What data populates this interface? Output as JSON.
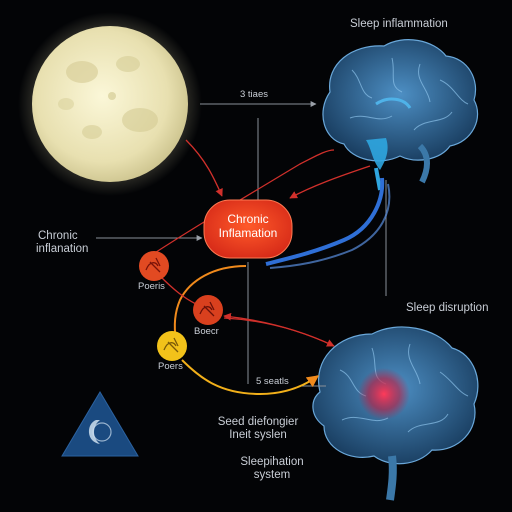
{
  "labels": {
    "top_right": "Sleep inflammation",
    "top_arrow": "3 tiaes",
    "left_title_line1": "Chronic",
    "left_title_line2": "inflanation",
    "center_line1": "Chronic",
    "center_line2": "Inflamation",
    "red_node": "Poeris",
    "mid_node": "Boecr",
    "yellow_node": "Poers",
    "right_mid": "Sleep disruption",
    "bottom_arrow": "5 seatls",
    "bottom_center_line1": "Seed diefongier",
    "bottom_center_line2": "Ineit syslen",
    "bottom_line1": "Sleepihation",
    "bottom_line2": "system"
  },
  "colors": {
    "background": "#030406",
    "moon": "#efe8bd",
    "brain": "#3b78a8",
    "inflammation_node": "#e8391f",
    "red_node": "#e24a22",
    "yellow_node": "#f2c21a",
    "blue_pathway": "#2f6fd6",
    "red_arrow": "#d0302b",
    "orange_arrow": "#f08a1c",
    "triangle": "#1a4a80"
  },
  "icons": {
    "moon": "full-moon",
    "top_brain": "brain-with-brainstem",
    "bottom_brain": "brain-with-red-hotspot",
    "warning": "triangle-sleep-icon"
  }
}
